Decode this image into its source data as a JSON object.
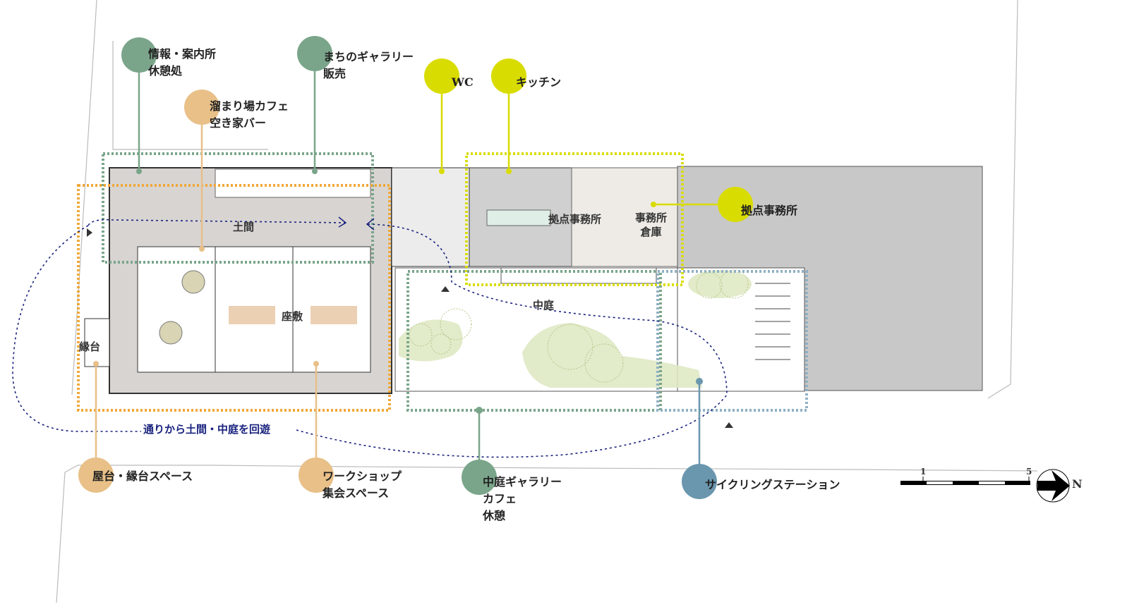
{
  "colors": {
    "green": "#7aa58a",
    "orange": "#e8c088",
    "yellow": "#d9dc00",
    "blue": "#6a97ae",
    "route": "#1a237e"
  },
  "callouts": [
    {
      "id": "info",
      "lines": [
        "情報・案内所",
        "休憩処"
      ],
      "color": "green"
    },
    {
      "id": "gallery-town",
      "lines": [
        "まちのギャラリー",
        "販売"
      ],
      "color": "green"
    },
    {
      "id": "cafe-bar",
      "lines": [
        "溜まり場カフェ",
        "空き家バー"
      ],
      "color": "orange"
    },
    {
      "id": "wc",
      "lines": [
        "WC"
      ],
      "color": "yellow"
    },
    {
      "id": "kitchen",
      "lines": [
        "キッチン"
      ],
      "color": "yellow"
    },
    {
      "id": "office",
      "lines": [
        "拠点事務所"
      ],
      "color": "yellow"
    },
    {
      "id": "stall",
      "lines": [
        "屋台・縁台スペース"
      ],
      "color": "orange"
    },
    {
      "id": "workshop",
      "lines": [
        "ワークショップ",
        "集会スペース"
      ],
      "color": "orange"
    },
    {
      "id": "courtyard-gallery",
      "lines": [
        "中庭ギャラリー",
        "カフェ",
        "休憩"
      ],
      "color": "green"
    },
    {
      "id": "cycling",
      "lines": [
        "サイクリングステーション"
      ],
      "color": "blue"
    }
  ],
  "rooms": {
    "doma": "土間",
    "zashiki": "座敷",
    "engawa": "縁台",
    "courtyard": "中庭",
    "office": "拠点事務所",
    "storage": [
      "事務所",
      "倉庫"
    ]
  },
  "route_label": "通りから土間・中庭を回遊",
  "scale": {
    "ticks": [
      "1",
      "5"
    ],
    "north": "N"
  }
}
